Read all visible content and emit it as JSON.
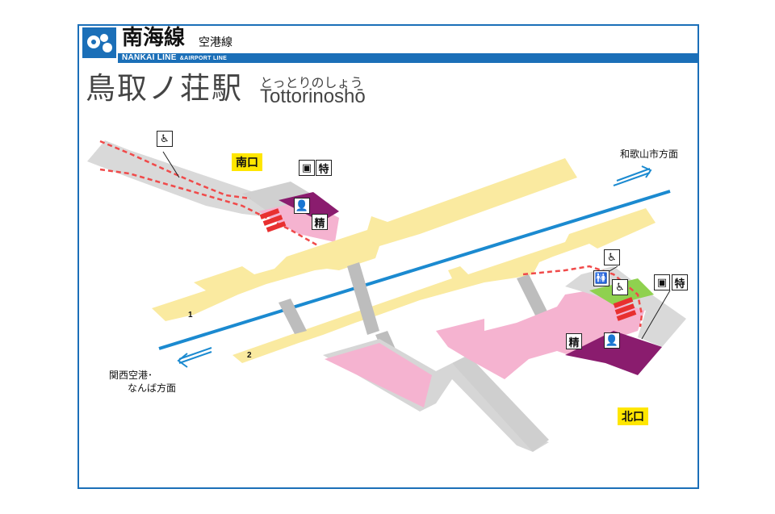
{
  "header": {
    "line_name": "南海線",
    "line_sub": "空港線",
    "line_en": "NANKAI LINE",
    "line_en_sub": "&AIRPORT LINE"
  },
  "station": {
    "name": "鳥取ノ荘駅",
    "kana": "とっとりのしょう",
    "romaji": "Tottorinoshō"
  },
  "directions": {
    "up": "和歌山市方面",
    "down_line1": "関西空港･",
    "down_line2": "なんば方面"
  },
  "exits": {
    "south": "南口",
    "north": "北口"
  },
  "platforms": {
    "p1": "1",
    "p2": "2"
  },
  "facility_labels": {
    "limited_express": "特",
    "fare_adjust": "精"
  },
  "colors": {
    "brand_blue": "#1b6fb8",
    "platform_yellow": "#faeaa0",
    "concourse_pink": "#f5b3d0",
    "gate_purple": "#8a1c6e",
    "toilet_green": "#8fd14f",
    "route_red": "#f04a4a"
  }
}
